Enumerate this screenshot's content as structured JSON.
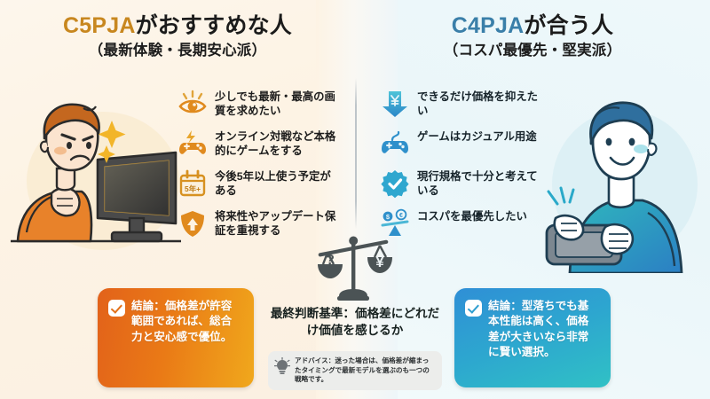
{
  "colors": {
    "left_accent": "#c8871f",
    "right_accent": "#3a7fa9",
    "left_bg": "#fdf3e4",
    "right_bg": "#eaf6f9",
    "left_box_gradient_start": "#e2621a",
    "left_box_gradient_end": "#f0a81c",
    "right_box_gradient_start": "#2f8fd6",
    "right_box_gradient_end": "#30c1c5",
    "center_scale": "#4b5355",
    "advice_bg": "#ecedeb"
  },
  "left": {
    "title_accent": "C5PJA",
    "title_rest": "がおすすめな人",
    "subtitle": "（最新体験・長期安心派）",
    "illustration_name": "angry-man-with-monitor-illustration",
    "bullets": [
      {
        "icon": "eye-sparkle-icon",
        "text": "少しでも最新・最高の画質を求めたい"
      },
      {
        "icon": "gamepad-lightning-icon",
        "text": "オンライン対戦など本格的にゲームをする"
      },
      {
        "icon": "calendar-5year-icon",
        "icon_label": "5年+",
        "text": "今後5年以上使う予定がある"
      },
      {
        "icon": "shield-up-arrow-icon",
        "text": "将来性やアップデート保証を重視する"
      }
    ],
    "conclusion": "結論：価格差が許容範囲であれば、総合力と安心感で優位。"
  },
  "right": {
    "title_accent": "C4PJA",
    "title_rest": "が合う人",
    "subtitle": "（コスパ最優先・堅実派）",
    "illustration_name": "smiling-man-with-handheld-illustration",
    "bullets": [
      {
        "icon": "down-arrow-yen-icon",
        "text": "できるだけ価格を抑えたい"
      },
      {
        "icon": "gamepad-icon",
        "text": "ゲームはカジュアル用途"
      },
      {
        "icon": "check-badge-icon",
        "text": "現行規格で十分と考えている"
      },
      {
        "icon": "cost-balance-icon",
        "text": "コスパを最優先したい"
      }
    ],
    "conclusion": "結論：型落ちでも基本性能は高く、価格差が大きいなら非常に賢い選択。"
  },
  "center": {
    "scale_icon": "balance-scale-icon",
    "scale_left_pan_symbol": "?",
    "scale_right_pan_symbol": "¥",
    "caption": "最終判断基準：価格差にどれだけ価値を感じるか",
    "advice_icon": "lightbulb-icon",
    "advice": "アドバイス：迷った場合は、価格差が縮まったタイミングで最新モデルを選ぶのも一つの戦略です。"
  }
}
